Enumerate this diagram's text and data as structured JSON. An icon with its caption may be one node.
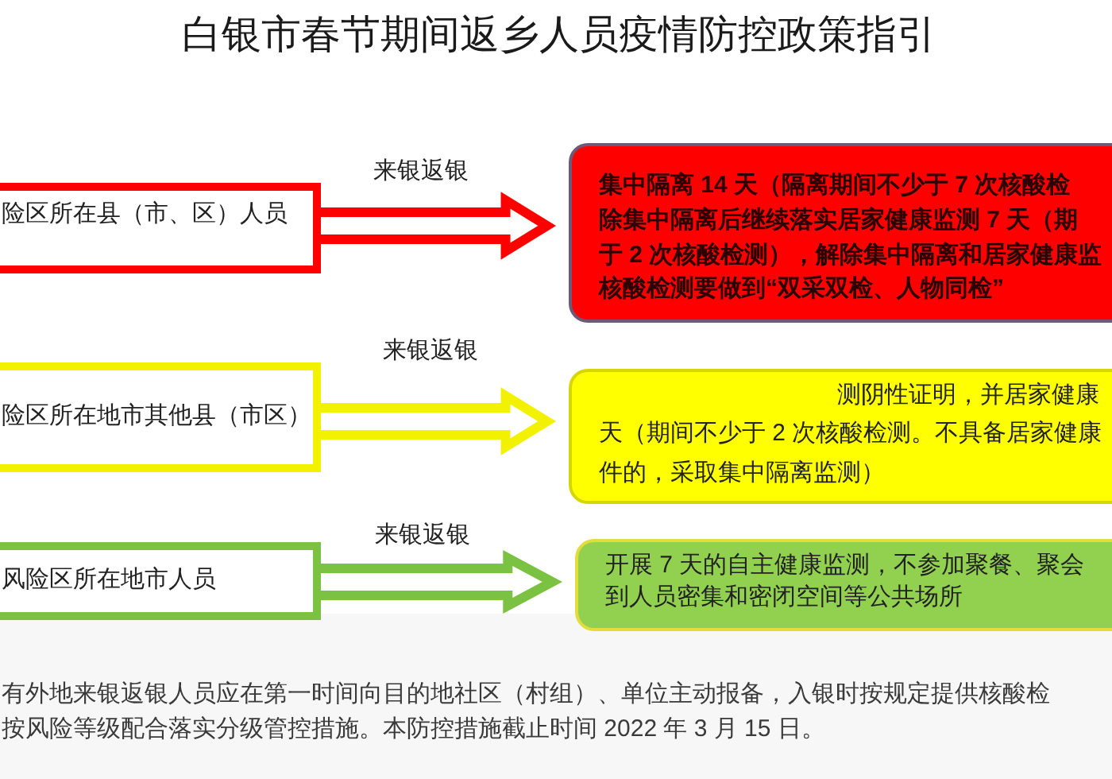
{
  "diagram": {
    "title": "白银市春节期间返乡人员疫情防控政策指引",
    "nodes": [
      {
        "text": [
          "险区所在县（市、区）人员"
        ]
      },
      {
        "text": [
          "集中隔离 14 天（隔离期间不少于 7 次核酸检",
          "除集中隔离后继续落实居家健康监测 7 天（期",
          "于 2 次核酸检测），解除集中隔离和居家健康监",
          "核酸检测要做到“双采双检、人物同检”"
        ]
      },
      {
        "text": [
          "险区所在地市其他县（市区）"
        ]
      },
      {
        "text": [
          "测阴性证明，并居家健康",
          "天（期间不少于 2 次核酸检测。不具备居家健康",
          "件的，采取集中隔离监测）"
        ]
      },
      {
        "text": [
          "风险区所在地市人员"
        ]
      },
      {
        "text": [
          "开展 7 天的自主健康监测，不参加聚餐、聚会",
          "到人员密集和密闭空间等公共场所"
        ]
      }
    ],
    "edges": [
      {
        "from": 0,
        "to": 1,
        "arrow": "to",
        "label": "来银返银",
        "color": "#ff0000"
      },
      {
        "from": 2,
        "to": 3,
        "arrow": "to",
        "label": "来银返银",
        "color": "#f2f200"
      },
      {
        "from": 4,
        "to": 5,
        "arrow": "to",
        "label": "来银返银",
        "color": "#7cc242"
      }
    ],
    "labels": [
      "有外地来银返银人员应在第一时间向目的地社区（村组）、单位主动报备，入银时按规定提供核酸检",
      "按风险等级配合落实分级管控措施。本防控措施截止时间 2022 年 3 月 15 日。"
    ]
  }
}
